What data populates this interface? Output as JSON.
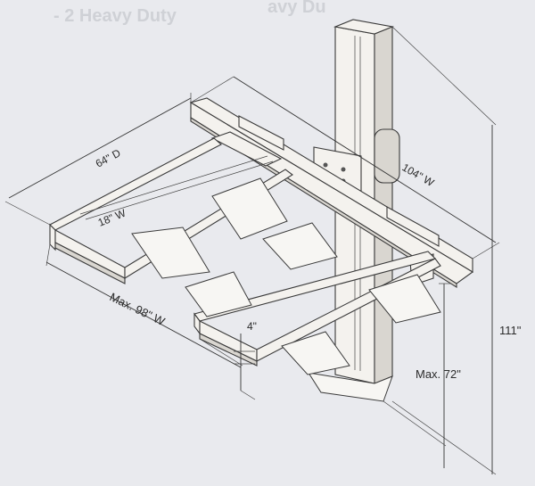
{
  "background_text": {
    "line1": "avy Du",
    "line2": "- 2 Heavy Duty"
  },
  "labels": {
    "depth": "64\" D",
    "width_top": "104\" W",
    "runway_width": "18\" W",
    "max_width": "Max. 98\" W",
    "height_total": "111\"",
    "max_height": "Max. 72\"",
    "runway_thickness": "4\""
  },
  "colors": {
    "background": "#e9eaee",
    "frame": "#f4f2ee",
    "outline": "#3a3a3a"
  }
}
